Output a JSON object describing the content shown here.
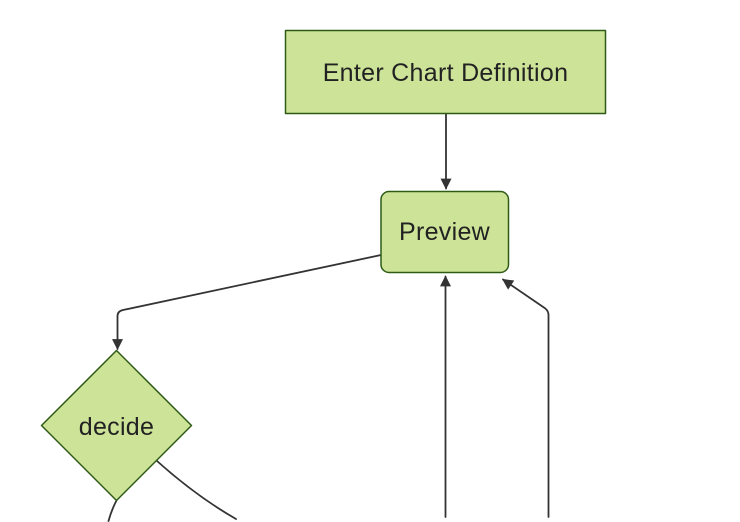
{
  "window": {
    "background": "#ffffff"
  },
  "diagram": {
    "type": "flowchart",
    "direction": "top-down",
    "nodes": [
      {
        "id": "A",
        "label": "Enter Chart Definition",
        "shape": "rectangle"
      },
      {
        "id": "B",
        "label": "Preview",
        "shape": "rounded-rectangle"
      },
      {
        "id": "C",
        "label": "decide",
        "shape": "diamond"
      }
    ],
    "edges": [
      {
        "from": "Enter Chart Definition",
        "to": "Preview",
        "arrowhead": true
      },
      {
        "from": "Preview",
        "to": "decide",
        "arrowhead": true
      },
      {
        "from": "decide",
        "to": "offscreen-bottom-left",
        "arrowhead": false
      },
      {
        "from": "decide",
        "to": "offscreen-bottom-right",
        "arrowhead": false
      },
      {
        "from": "offscreen-bottom",
        "to": "Preview (bottom)",
        "arrowhead": true
      },
      {
        "from": "offscreen-bottom-right",
        "to": "Preview (bottom-right corner)",
        "arrowhead": true
      }
    ],
    "colors": {
      "node_fill": "#cde498",
      "node_border": "#2f5b16",
      "edge": "#333333",
      "text": "#222222",
      "background": "#ffffff"
    }
  }
}
